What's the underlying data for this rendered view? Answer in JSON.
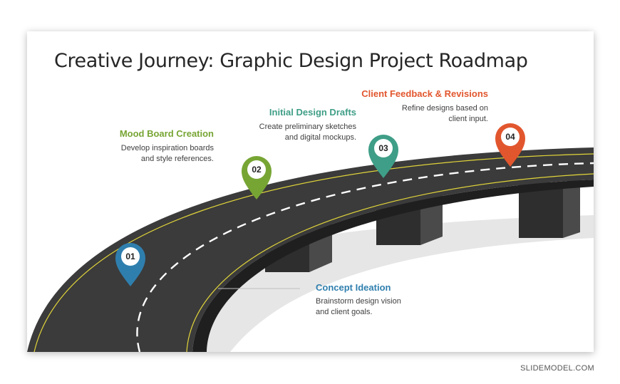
{
  "title": "Creative Journey: Graphic Design Project Roadmap",
  "credit": "SLIDEMODEL.COM",
  "colors": {
    "road": "#3b3b3b",
    "pillar_front": "#2e2e2e",
    "pillar_side": "#4a4a4a",
    "shadow": "#e6e6e6",
    "edge_line": "#e0d43a",
    "lane": "#ffffff"
  },
  "steps": [
    {
      "number": "01",
      "title": "Concept Ideation",
      "desc1": "Brainstorm design vision",
      "desc2": "and client goals.",
      "color": "#2f7fae",
      "icon": "map-pin-icon"
    },
    {
      "number": "02",
      "title": "Mood Board Creation",
      "desc1": "Develop inspiration boards",
      "desc2": "and style references.",
      "color": "#77a534",
      "icon": "map-pin-icon"
    },
    {
      "number": "03",
      "title": "Initial Design Drafts",
      "desc1": "Create preliminary sketches",
      "desc2": "and digital mockups.",
      "color": "#3f9e87",
      "icon": "map-pin-icon"
    },
    {
      "number": "04",
      "title": "Client Feedback & Revisions",
      "desc1": "Refine designs based on",
      "desc2": "client input.",
      "color": "#e2562e",
      "icon": "map-pin-icon"
    }
  ]
}
